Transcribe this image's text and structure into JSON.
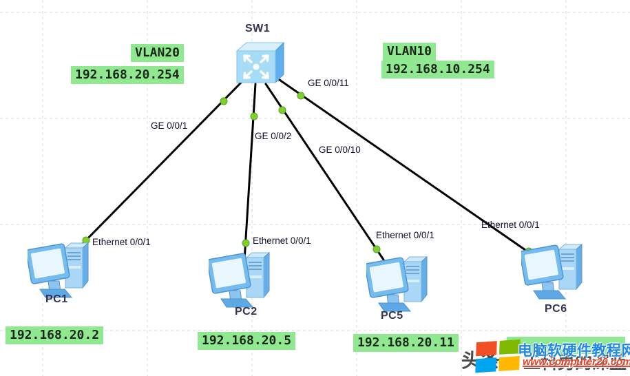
{
  "devices": {
    "switch": {
      "name": "SW1",
      "type": "layer-3-switch"
    },
    "pcs": [
      {
        "name": "PC1",
        "ip": "192.168.20.2",
        "pc_port": "Ethernet 0/0/1",
        "switch_port": "GE 0/0/1"
      },
      {
        "name": "PC2",
        "ip": "192.168.20.5",
        "pc_port": "Ethernet 0/0/1",
        "switch_port": "GE 0/0/2"
      },
      {
        "name": "PC5",
        "ip": "192.168.20.11",
        "pc_port": "Ethernet 0/0/1",
        "switch_port": "GE 0/0/10"
      },
      {
        "name": "PC6",
        "ip_visible_fragment": "9",
        "pc_port": "Ethernet 0/0/1",
        "switch_port": "GE 0/0/11"
      }
    ]
  },
  "annotations": {
    "vlan20": {
      "label": "VLAN20",
      "ip": "192.168.20.254"
    },
    "vlan10": {
      "label": "VLAN10",
      "ip": "192.168.10.254"
    }
  },
  "watermark": {
    "source_text_left": "头条",
    "source_text_right": "工科男的深蓝",
    "site_name": "电脑软硬件教程网",
    "site_url": "www.computer26.com",
    "logo": "microsoft-window-logo"
  },
  "colors": {
    "highlight_green": "#90e890",
    "link_line": "#000000",
    "port_dot": "#7ed02f",
    "site_name_blue": "#1e88e5",
    "site_url_red": "#e8432c",
    "device_blue": "#a6dcf6"
  }
}
